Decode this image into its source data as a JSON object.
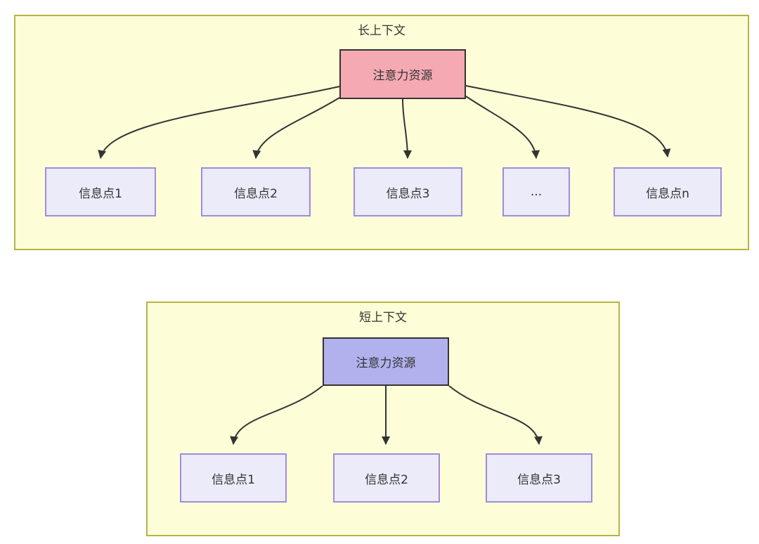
{
  "colors": {
    "container_bg": "#FDFDD8",
    "container_border": "#B4B446",
    "attention_pink_bg": "#F4A9B3",
    "attention_purple_bg": "#B1B1ED",
    "attention_border": "#333333",
    "info_bg": "#EBEBFA",
    "info_border": "#A08CDC",
    "arrow": "#333333",
    "text": "#333333"
  },
  "long_context": {
    "title": "长上下文",
    "attention_label": "注意力资源",
    "info_points": [
      "信息点1",
      "信息点2",
      "信息点3",
      "...",
      "信息点n"
    ]
  },
  "short_context": {
    "title": "短上下文",
    "attention_label": "注意力资源",
    "info_points": [
      "信息点1",
      "信息点2",
      "信息点3"
    ]
  }
}
